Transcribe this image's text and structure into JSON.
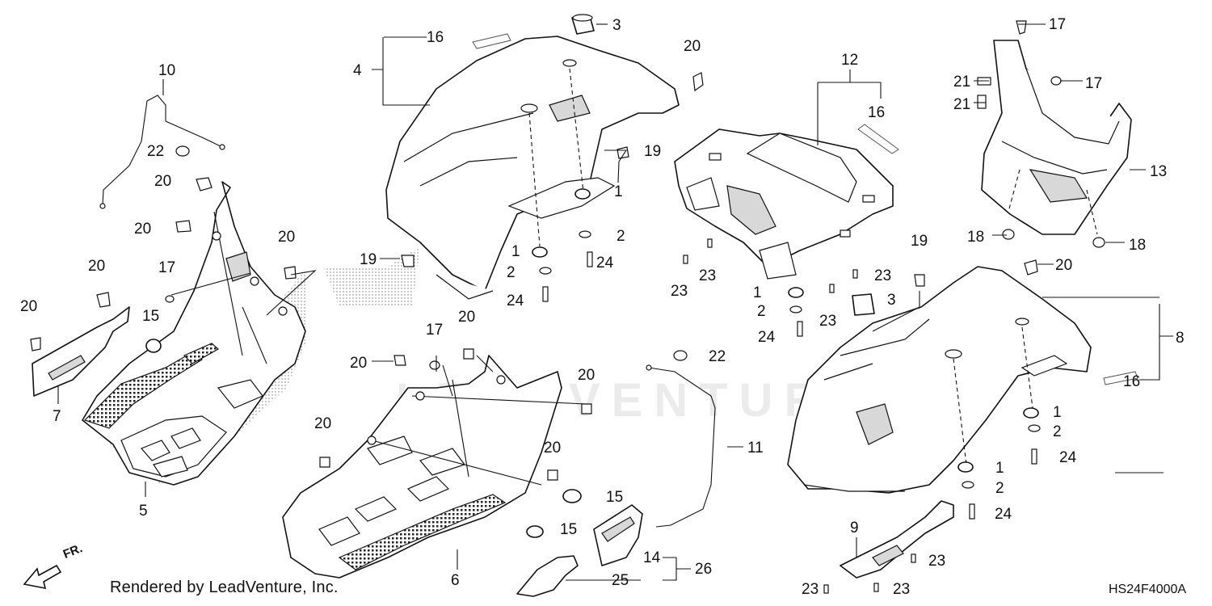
{
  "callouts": {
    "c1a": "1",
    "c1b": "1",
    "c1c": "1",
    "c1d": "1",
    "c2a": "2",
    "c2b": "2",
    "c2c": "2",
    "c2d": "2",
    "c3a": "3",
    "c3b": "3",
    "c4": "4",
    "c5": "5",
    "c6": "6",
    "c7": "7",
    "c8": "8",
    "c9": "9",
    "c10": "10",
    "c11": "11",
    "c12": "12",
    "c13": "13",
    "c14": "14",
    "c15a": "15",
    "c15b": "15",
    "c15c": "15",
    "c16a": "16",
    "c16b": "16",
    "c16c": "16",
    "c17a": "17",
    "c17b": "17",
    "c17c": "17",
    "c17d": "17",
    "c18a": "18",
    "c18b": "18",
    "c19a": "19",
    "c19b": "19",
    "c19c": "19",
    "c20a": "20",
    "c20b": "20",
    "c20c": "20",
    "c20d": "20",
    "c20e": "20",
    "c20f": "20",
    "c20g": "20",
    "c20h": "20",
    "c20i": "20",
    "c20j": "20",
    "c20k": "20",
    "c20l": "20",
    "c21a": "21",
    "c21b": "21",
    "c22a": "22",
    "c22b": "22",
    "c23a": "23",
    "c23b": "23",
    "c23c": "23",
    "c23d": "23",
    "c23e": "23",
    "c23f": "23",
    "c23g": "23",
    "c24a": "24",
    "c24b": "24",
    "c24c": "24",
    "c24d": "24",
    "c24e": "24",
    "c25": "25",
    "c26": "26"
  },
  "footer": {
    "credit": "Rendered by LeadVenture, Inc.",
    "code": "HS24F4000A"
  },
  "front_indicator": {
    "label": "FR.",
    "icon": "front-arrow-icon"
  },
  "watermark": "LEADVENTURE"
}
